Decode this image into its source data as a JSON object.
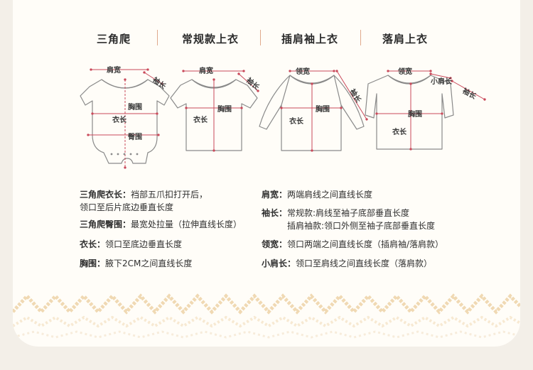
{
  "categories": [
    {
      "label": "三角爬"
    },
    {
      "label": "常规款上衣"
    },
    {
      "label": "插肩袖上衣"
    },
    {
      "label": "落肩上衣"
    }
  ],
  "diagrams": {
    "romper": {
      "shoulder": "肩宽",
      "sleeve": "袖长",
      "chest": "胸围",
      "length": "衣长",
      "hip": "臀围"
    },
    "regular": {
      "shoulder": "肩宽",
      "sleeve": "袖长",
      "chest": "胸围",
      "length": "衣长"
    },
    "raglan": {
      "neck": "领宽",
      "sleeve": "袖长",
      "chest": "胸围",
      "length": "衣长"
    },
    "dropped": {
      "neck": "领宽",
      "small_shoulder": "小肩长",
      "sleeve": "袖长",
      "chest": "胸围",
      "length": "衣长"
    }
  },
  "definitions_left": [
    {
      "term": "三角爬衣长：",
      "text": "裆部五爪扣打开后，",
      "text2": "领口至后片底边垂直长度"
    },
    {
      "term": "三角爬臀围：",
      "text": "最宽处拉量（拉伸直线长度）"
    },
    {
      "term": "衣长：",
      "text": "领口至底边垂直长度"
    },
    {
      "term": "胸围：",
      "text": "腋下2CM之间直线长度"
    }
  ],
  "definitions_right": [
    {
      "term": "肩宽：",
      "text": "两端肩线之间直线长度"
    },
    {
      "term": "袖长：",
      "text": "常规款:肩线至袖子底部垂直长度",
      "text2": "插肩袖款:领口外侧至袖子底部垂直长度"
    },
    {
      "term": "领宽：",
      "text": "领口两端之间直线长度（插肩袖/落肩款）"
    },
    {
      "term": "小肩长：",
      "text": "领口至肩线之间直线长度（落肩款）"
    }
  ],
  "colors": {
    "accent": "#c9495a",
    "outline": "#8a8a8a",
    "pattern": "#f0d9b3",
    "background": "#fffdf8"
  }
}
